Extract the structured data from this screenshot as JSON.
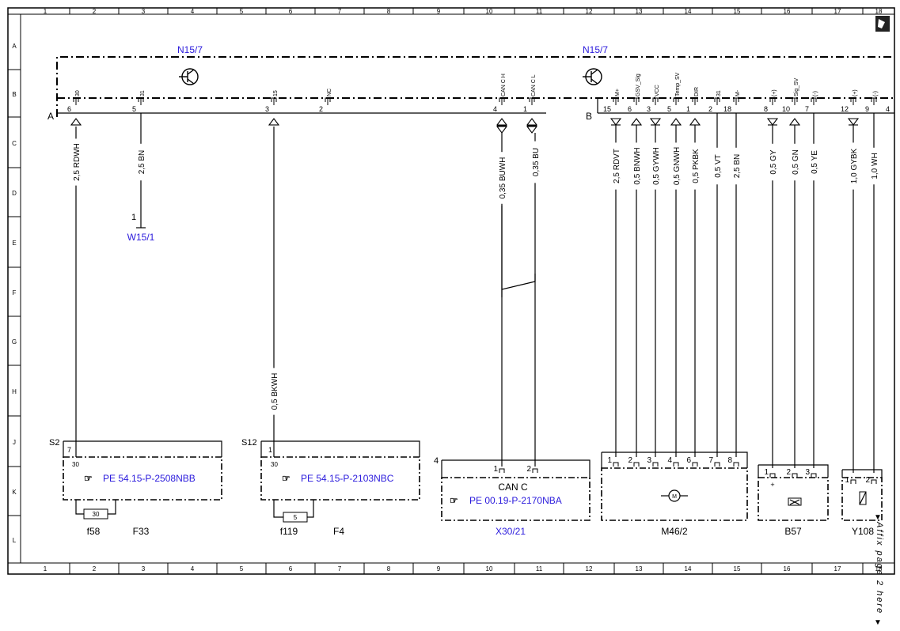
{
  "grid": {
    "columns": [
      "1",
      "2",
      "3",
      "4",
      "5",
      "6",
      "7",
      "8",
      "9",
      "10",
      "11",
      "12",
      "13",
      "14",
      "15",
      "16",
      "17",
      "18"
    ],
    "rows": [
      "A",
      "B",
      "C",
      "D",
      "E",
      "F",
      "G",
      "H",
      "J",
      "K",
      "L"
    ]
  },
  "components": {
    "n15_7_left_label": "N15/7",
    "n15_7_right_label": "N15/7",
    "w15_1": "W15/1",
    "w15_1_pin": "1",
    "x30_21": "X30/21",
    "can_c": "CAN C",
    "m46_2": "M46/2",
    "b57": "B57",
    "y108": "Y108",
    "f33": "F33",
    "f4": "F4",
    "f58": "f58",
    "f119": "f119",
    "s2": "S2",
    "s12": "S12",
    "x30_21_num": "4"
  },
  "connector_a": {
    "letter": "A",
    "pins": [
      {
        "num": "6",
        "name": "30"
      },
      {
        "num": "5",
        "name": "31"
      },
      {
        "num": "3",
        "name": "15"
      },
      {
        "num": "2",
        "name": "NC"
      },
      {
        "num": "4",
        "name": "CAN C H"
      },
      {
        "num": "1",
        "name": "CAN C L"
      }
    ]
  },
  "connector_b": {
    "letter": "B",
    "pins": [
      {
        "num": "15",
        "name": "M+"
      },
      {
        "num": "6",
        "name": "GSV_Sig"
      },
      {
        "num": "3",
        "name": "VCC"
      },
      {
        "num": "5",
        "name": "Temp_SV"
      },
      {
        "num": "1",
        "name": "DIR"
      },
      {
        "num": "2",
        "name": "31"
      },
      {
        "num": "18",
        "name": "M-"
      },
      {
        "num": "8",
        "name": "(+)"
      },
      {
        "num": "10",
        "name": "Sig_SV"
      },
      {
        "num": "7",
        "name": "(-)"
      },
      {
        "num": "12",
        "name": "(+)"
      },
      {
        "num": "9",
        "name": "(-)"
      },
      {
        "num": "4",
        "name": ""
      }
    ]
  },
  "wires": [
    "2,5 RDWH",
    "2,5 BN",
    "0,5 BKWH",
    "0,35 BUWH",
    "0,35 BU",
    "2,5 RDVT",
    "0,5 BNWH",
    "0,5 GYWH",
    "0,5 GNWH",
    "0,5 PKBK",
    "0,5 VT",
    "2,5 BN",
    "0,5 GY",
    "0,5 GN",
    "0,5 YE",
    "1,0 GYBK",
    "1,0 WH"
  ],
  "refs": {
    "ref1": "PE 54.15-P-2508NBB",
    "ref2": "PE 54.15-P-2103NBC",
    "ref3": "PE 00.19-P-2170NBA"
  },
  "fuses": {
    "f58_value": "30",
    "f119_value": "5",
    "s2_pin_top": "7",
    "s2_pin_30": "30",
    "s12_pin_top": "1",
    "s12_pin_30": "30"
  },
  "pins": {
    "x30_21": [
      "1",
      "2"
    ],
    "m46_2": [
      "1",
      "2",
      "3",
      "4",
      "6",
      "7",
      "8"
    ],
    "b57": [
      "1",
      "2",
      "3"
    ],
    "b57_signs": [
      "+",
      "",
      ""
    ],
    "y108": [
      "1",
      "2"
    ]
  },
  "affix_note": "Affix page 2 here"
}
